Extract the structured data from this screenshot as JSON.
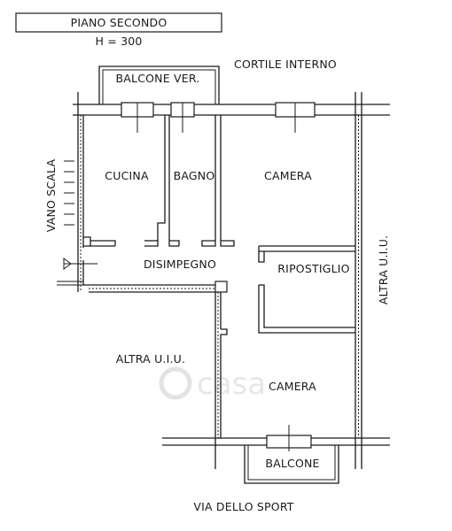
{
  "header": {
    "floor_title": "PIANO SECONDO",
    "height_label": "H = 300"
  },
  "rooms": {
    "cucina": "CUCINA",
    "bagno": "BAGNO",
    "camera_top": "CAMERA",
    "disimpegno": "DISIMPEGNO",
    "ripostiglio": "RIPOSTIGLIO",
    "camera_bottom": "CAMERA"
  },
  "outside": {
    "balcone_ver": "BALCONE VER.",
    "balcone": "BALCONE",
    "cortile": "CORTILE INTERNO",
    "vano_scala": "VANO SCALA",
    "altra_uiu_right": "ALTRA U.I.U.",
    "altra_uiu_left": "ALTRA U.I.U.",
    "street": "VIA DELLO SPORT"
  },
  "watermark": {
    "text": "casa"
  }
}
